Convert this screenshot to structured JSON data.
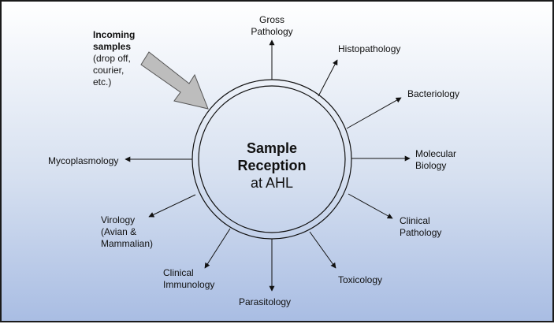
{
  "center": {
    "line1": "Sample",
    "line2": "Reception",
    "line3": "at AHL"
  },
  "incoming": {
    "title1": "Incoming",
    "title2": "samples",
    "detail": [
      "(drop off,",
      "courier,",
      "etc.)"
    ]
  },
  "destinations": [
    {
      "key": "gross-pathology",
      "lines": [
        "Gross",
        "Pathology"
      ]
    },
    {
      "key": "histopathology",
      "lines": [
        "Histopathology"
      ]
    },
    {
      "key": "bacteriology",
      "lines": [
        "Bacteriology"
      ]
    },
    {
      "key": "molecular-biology",
      "lines": [
        "Molecular",
        "Biology"
      ]
    },
    {
      "key": "clinical-pathology",
      "lines": [
        "Clinical",
        "Pathology"
      ]
    },
    {
      "key": "toxicology",
      "lines": [
        "Toxicology"
      ]
    },
    {
      "key": "parasitology",
      "lines": [
        "Parasitology"
      ]
    },
    {
      "key": "clinical-immunology",
      "lines": [
        "Clinical",
        "Immunology"
      ]
    },
    {
      "key": "virology",
      "lines": [
        "Virology",
        "(Avian &",
        "Mammalian)"
      ]
    },
    {
      "key": "mycoplasmology",
      "lines": [
        "Mycoplasmology"
      ]
    }
  ],
  "colors": {
    "border": "#1a1a1a",
    "gradient_top": "#ffffff",
    "gradient_bottom": "#a9bde3",
    "ring": "#111111",
    "inflow_arrow_fill": "#bdbdbd",
    "inflow_arrow_stroke": "#555555"
  }
}
